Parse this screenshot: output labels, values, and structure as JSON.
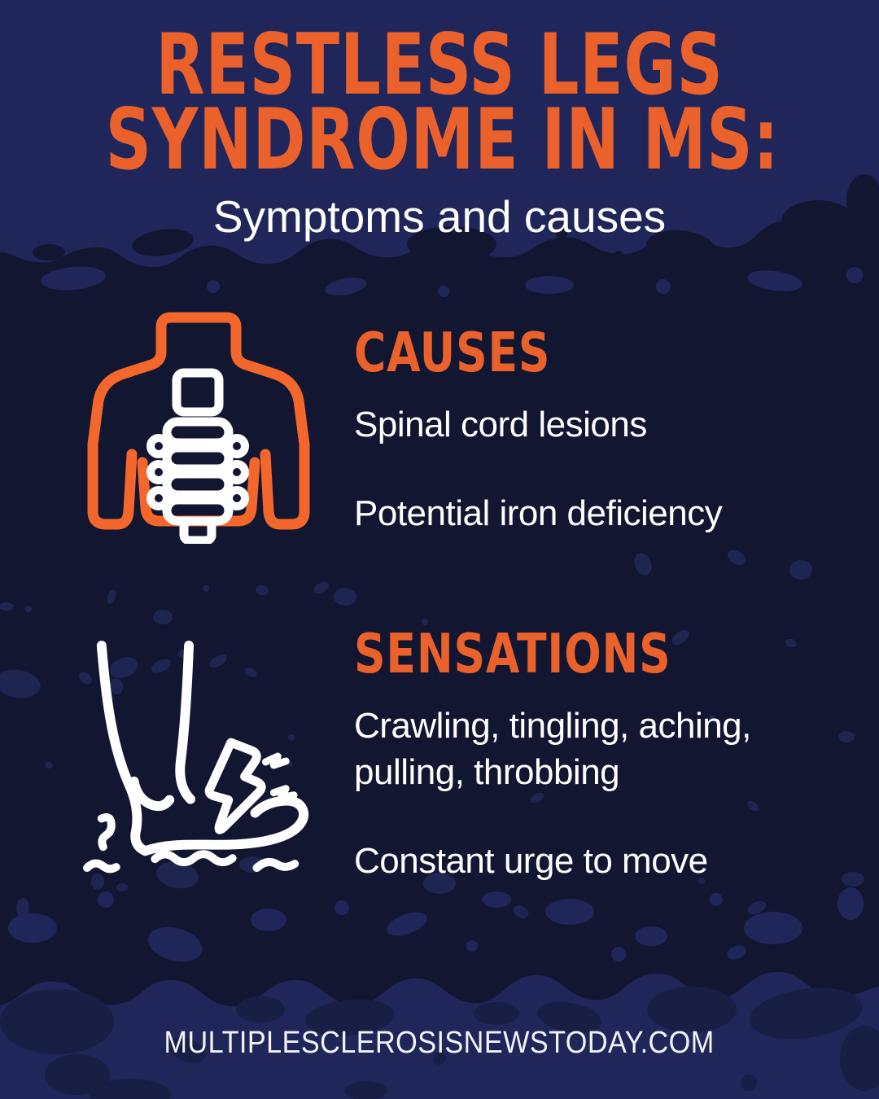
{
  "header": {
    "title_line1": "RESTLESS LEGS",
    "title_line2": "SYNDROME IN MS:",
    "subtitle": "Symptoms and causes"
  },
  "sections": [
    {
      "heading": "CAUSES",
      "icon": "spine-back-icon",
      "items": [
        "Spinal cord lesions",
        "Potential iron deficiency"
      ]
    },
    {
      "heading": "SENSATIONS",
      "icon": "foot-lightning-icon",
      "items": [
        "Crawling, tingling, aching, pulling, throbbing",
        "Constant urge to move"
      ]
    }
  ],
  "footer": {
    "url": "MULTIPLESCLEROSISNEWSTODAY.COM"
  },
  "colors": {
    "accent_orange": "#EA612C",
    "icon_orange": "#F3672C",
    "band_navy": "#20265A",
    "background_navy": "#121631",
    "blob_navy": "#1F2551",
    "band_dark_blob": "#191E44",
    "text_white": "#FFFFFF"
  }
}
